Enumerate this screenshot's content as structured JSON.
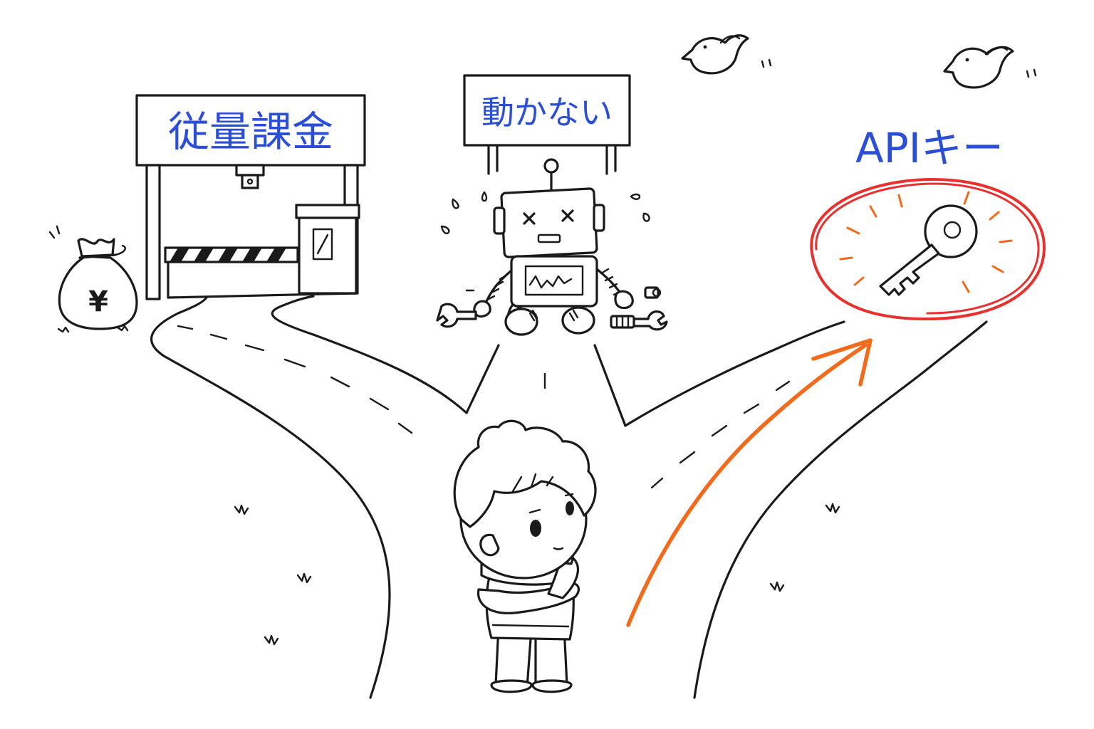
{
  "signs": {
    "pay_per_use": "従量課金",
    "not_working": "動かない",
    "api_key": "APIキー"
  },
  "money_bag": {
    "currency_symbol": "¥"
  },
  "icons": [
    "money-bag-icon",
    "toll-gate-icon",
    "camera-icon",
    "broken-robot-icon",
    "key-icon",
    "bird-icon",
    "arrow-icon",
    "boy-thinking-icon",
    "wrench-icon",
    "bolt-icon"
  ],
  "colors": {
    "sign_text": "#2a4fd6",
    "highlight_circle": "#e8302e",
    "arrow": "#f26a1b",
    "ink": "#1a1a1a"
  }
}
